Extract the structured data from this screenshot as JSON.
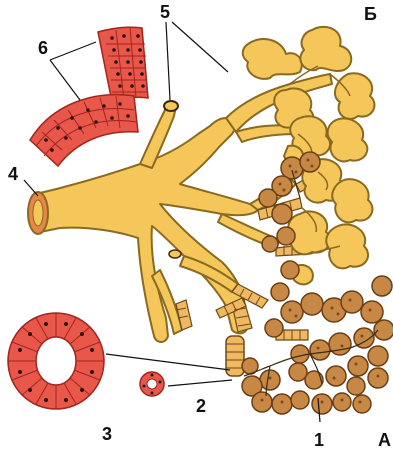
{
  "figure": {
    "labels": {
      "l1": "1",
      "l2": "2",
      "l3": "3",
      "l4": "4",
      "l5": "5",
      "l6": "6",
      "lA": "А",
      "lB": "Б"
    }
  },
  "colors": {
    "duct_fill": "#f5c75a",
    "duct_stroke": "#8a6a20",
    "acinus_fill": "#e8b75a",
    "acinus_brown": "#b97b3a",
    "tissue_red": "#e8574a",
    "tissue_dark": "#a0261e",
    "nucleus": "#2a1210"
  }
}
